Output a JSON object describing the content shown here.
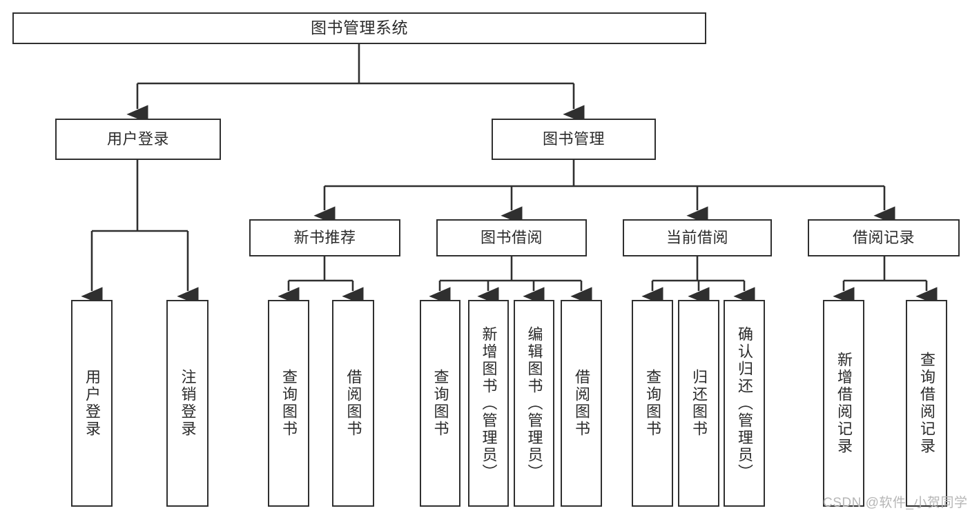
{
  "diagram": {
    "title": "图书管理系统",
    "type": "tree-hierarchy-diagram",
    "colors": {
      "box_border": "#2f2f2f",
      "box_fill": "#ffffff",
      "edge": "#2f2f2f",
      "text": "#2b2b2b",
      "watermark": "#b6b6b6",
      "background": "#ffffff"
    },
    "nodes": {
      "root": {
        "label": "图书管理系统"
      },
      "level2": [
        {
          "id": "user-login",
          "label": "用户登录"
        },
        {
          "id": "book-manage",
          "label": "图书管理"
        }
      ],
      "level3": [
        {
          "id": "new-book-recommend",
          "label": "新书推荐"
        },
        {
          "id": "book-borrow",
          "label": "图书借阅"
        },
        {
          "id": "current-borrow",
          "label": "当前借阅"
        },
        {
          "id": "borrow-record",
          "label": "借阅记录"
        }
      ],
      "leaves": {
        "user-login": [
          {
            "id": "leaf-user-login",
            "label": "用户登录"
          },
          {
            "id": "leaf-logout-login",
            "label": "注销登录"
          }
        ],
        "new-book-recommend": [
          {
            "id": "leaf-query-book-1",
            "label": "查询图书"
          },
          {
            "id": "leaf-borrow-book-1",
            "label": "借阅图书"
          }
        ],
        "book-borrow": [
          {
            "id": "leaf-query-book-2",
            "label": "查询图书"
          },
          {
            "id": "leaf-add-book",
            "label": "新增图书（管理员）"
          },
          {
            "id": "leaf-edit-book",
            "label": "编辑图书（管理员）"
          },
          {
            "id": "leaf-borrow-book-2",
            "label": "借阅图书"
          }
        ],
        "current-borrow": [
          {
            "id": "leaf-query-book-3",
            "label": "查询图书"
          },
          {
            "id": "leaf-return-book",
            "label": "归还图书"
          },
          {
            "id": "leaf-confirm-return",
            "label": "确认归还（管理员）"
          }
        ],
        "borrow-record": [
          {
            "id": "leaf-add-record",
            "label": "新增借阅记录"
          },
          {
            "id": "leaf-query-record",
            "label": "查询借阅记录"
          }
        ]
      }
    },
    "watermark": "CSDN @软件_小贺同学"
  }
}
